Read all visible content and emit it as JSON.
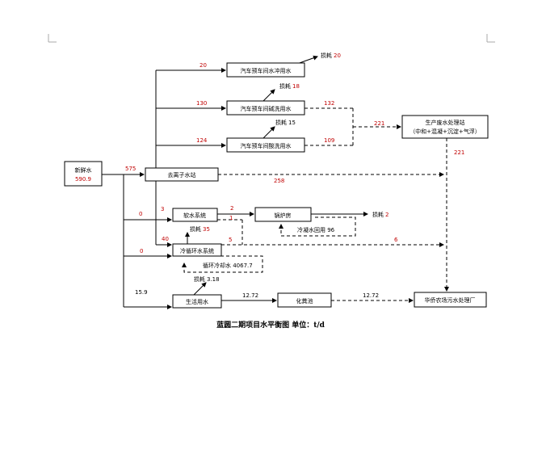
{
  "diagram": {
    "caption": "蓝圆二期项目水平衡图   单位：t/d",
    "nodes": {
      "fresh_water_label": "新鲜水",
      "fresh_water_value": "590.9",
      "wash_label": "汽车预车间水冲用水",
      "alkali_label": "汽车预车间碱洗用水",
      "acid_label": "汽车预车间酸洗用水",
      "treatment_label": "生产废水处理站",
      "treatment_sub": "（中和+混凝+沉淀+气浮）",
      "deion_label": "去离子水站",
      "soft_label": "软水系统",
      "boiler_label": "锅炉房",
      "cooling_label": "冷循环水系统",
      "domestic_label": "生活用水",
      "septic_label": "化粪池",
      "plant_label": "华侨农场污水处理厂",
      "cond_reuse_label": "冷凝水回用 96",
      "circ_label": "循环冷却水 4067.7"
    },
    "flows": {
      "to_wash": "20",
      "to_alkali": "130",
      "to_acid": "124",
      "to_deion": "575",
      "deion_to_plant": "258",
      "alkali_out": "132",
      "acid_out": "109",
      "combined_221": "221",
      "treat_down_221": "221",
      "to_soft_zero": "0",
      "to_soft": "3",
      "soft_to_boiler": "2",
      "soft_discharge": "1",
      "to_cooling": "40",
      "zero_2": "0",
      "cooling_discharge": "5",
      "merged_6": "6",
      "to_domestic": "15.9",
      "dom_to_septic": "12.72",
      "septic_to_plant": "12.72"
    },
    "losses": {
      "prefix": "损耗",
      "wash": "20",
      "alkali": "18",
      "acid": "15",
      "boiler": "2",
      "cooling": "35",
      "domestic": "3.18"
    }
  }
}
